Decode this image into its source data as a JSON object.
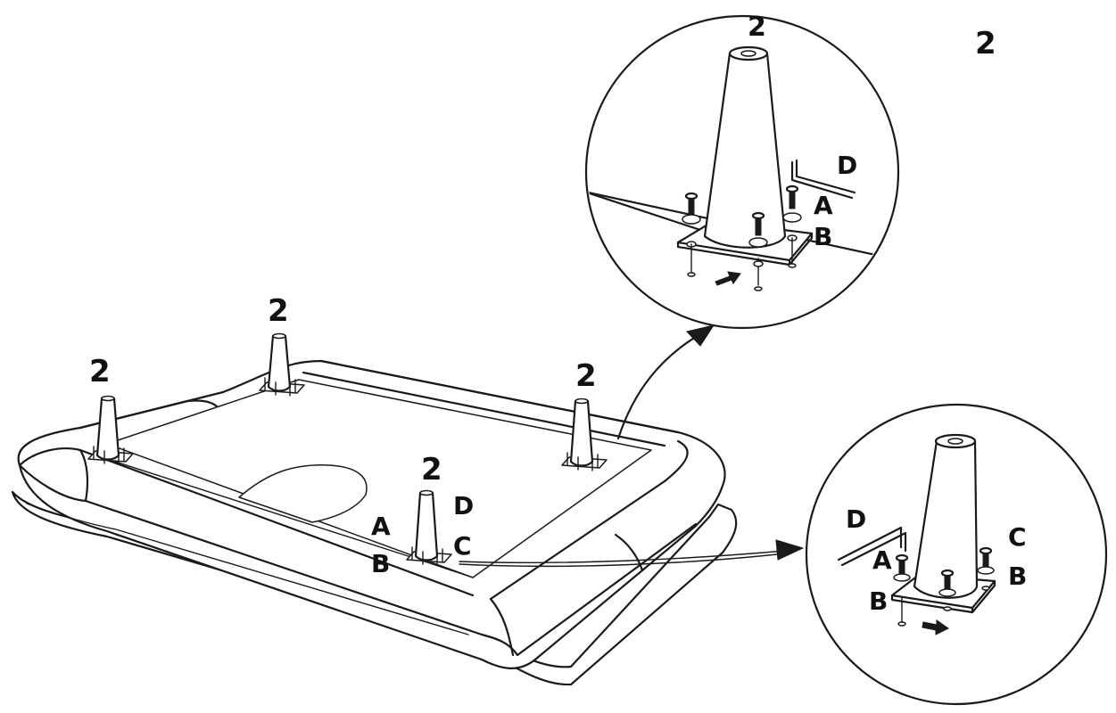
{
  "page_number": "2",
  "legs": [
    {
      "id": "leg-back-left",
      "label": "2"
    },
    {
      "id": "leg-back-middle",
      "label": "2"
    },
    {
      "id": "leg-back-right",
      "label": "2"
    },
    {
      "id": "leg-front",
      "label": "2"
    }
  ],
  "parts_callouts": {
    "a": "A",
    "b": "B",
    "c": "C",
    "d": "D"
  },
  "detail_top": {
    "leg_label": "2",
    "a": "A",
    "b": "B",
    "d": "D"
  },
  "detail_bottom": {
    "a": "A",
    "b_left": "B",
    "b_right": "B",
    "c": "C",
    "d": "D"
  }
}
